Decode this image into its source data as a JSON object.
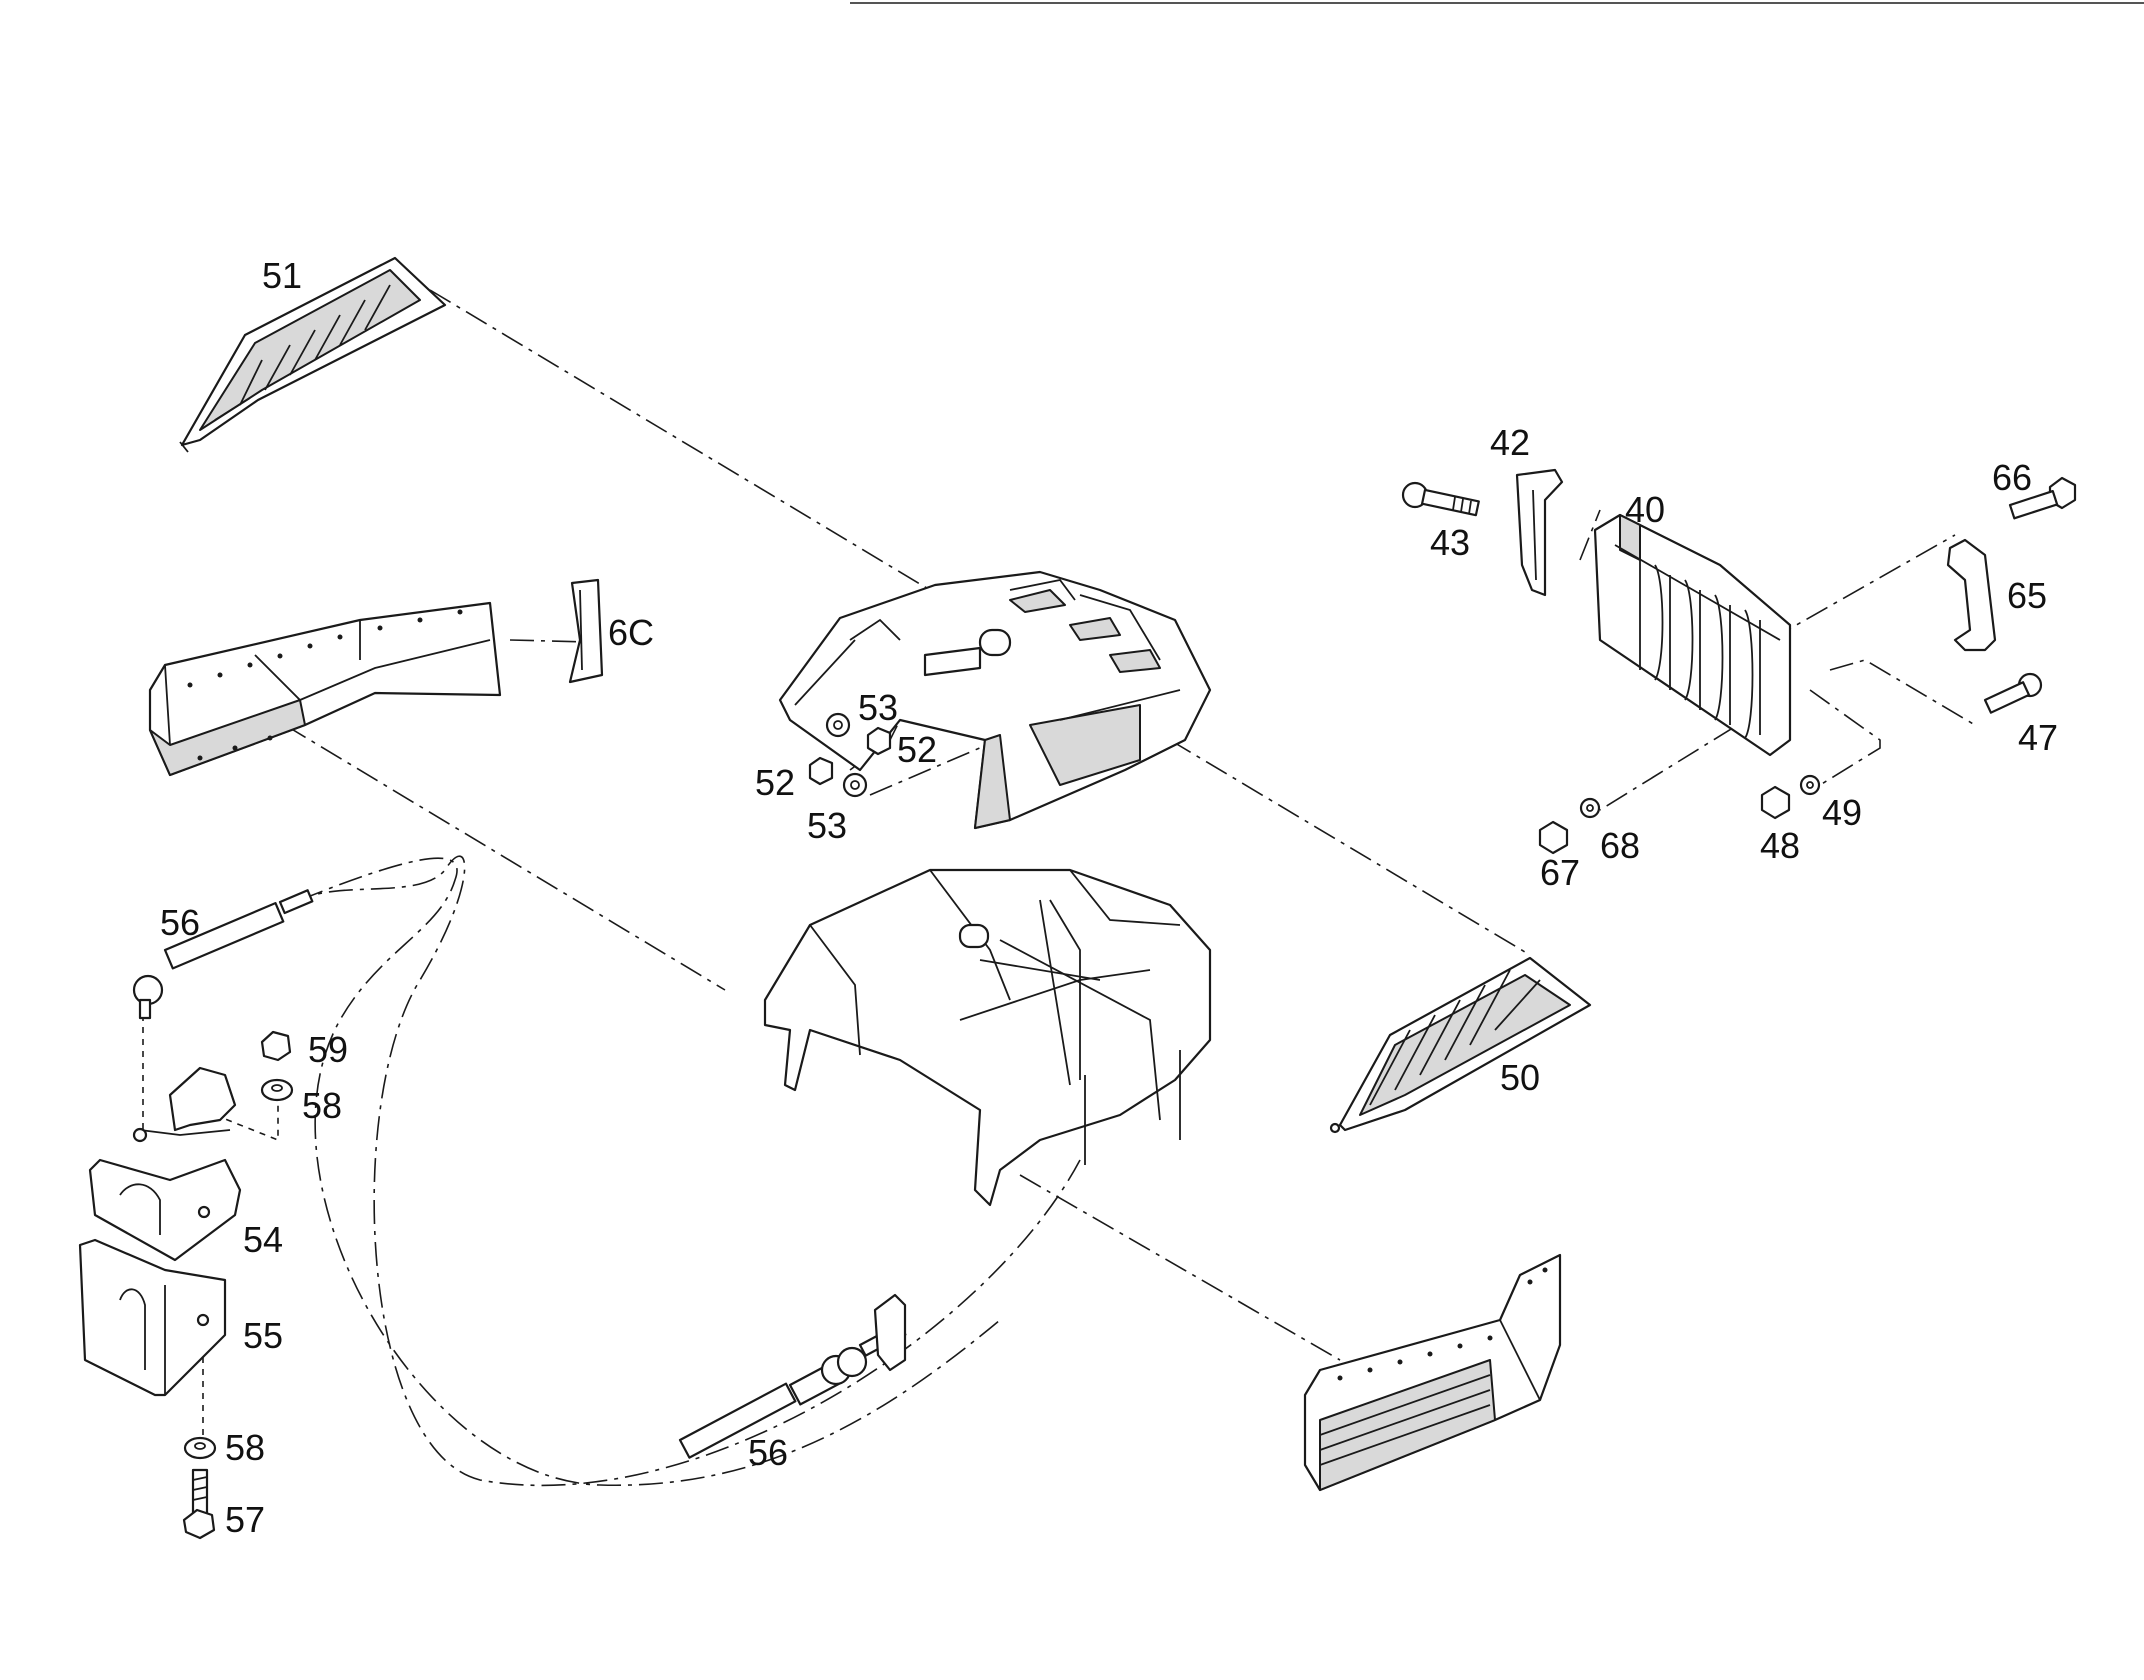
{
  "diagram": {
    "callouts": [
      {
        "id": "c51",
        "label": "51"
      },
      {
        "id": "c60",
        "label": "6C"
      },
      {
        "id": "c53a",
        "label": "53"
      },
      {
        "id": "c52a",
        "label": "52"
      },
      {
        "id": "c52b",
        "label": "52"
      },
      {
        "id": "c53b",
        "label": "53"
      },
      {
        "id": "c42",
        "label": "42"
      },
      {
        "id": "c40",
        "label": "40"
      },
      {
        "id": "c43",
        "label": "43"
      },
      {
        "id": "c66",
        "label": "66"
      },
      {
        "id": "c65",
        "label": "65"
      },
      {
        "id": "c47",
        "label": "47"
      },
      {
        "id": "c49",
        "label": "49"
      },
      {
        "id": "c48",
        "label": "48"
      },
      {
        "id": "c68",
        "label": "68"
      },
      {
        "id": "c67",
        "label": "67"
      },
      {
        "id": "c50",
        "label": "50"
      },
      {
        "id": "c56a",
        "label": "56"
      },
      {
        "id": "c59",
        "label": "59"
      },
      {
        "id": "c58a",
        "label": "58"
      },
      {
        "id": "c54",
        "label": "54"
      },
      {
        "id": "c55",
        "label": "55"
      },
      {
        "id": "c58b",
        "label": "58"
      },
      {
        "id": "c57",
        "label": "57"
      },
      {
        "id": "c56b",
        "label": "56"
      }
    ]
  }
}
